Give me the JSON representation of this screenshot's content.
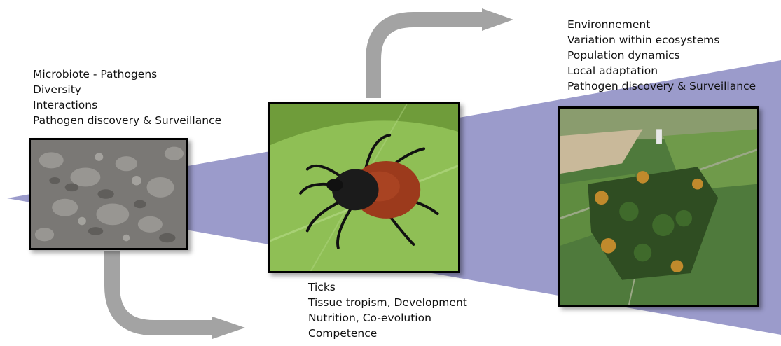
{
  "colors": {
    "wedge": "#9b9bcb",
    "arrow": "#a3a3a3",
    "frame": "#000000"
  },
  "panels": {
    "microbiote": {
      "lines": [
        "Microbiote - Pathogens",
        "Diversity",
        "Interactions",
        "Pathogen discovery & Surveillance"
      ],
      "image": "microscopy-photo"
    },
    "ticks": {
      "lines": [
        "Ticks",
        "Tissue tropism, Development",
        "Nutrition, Co-evolution",
        "Competence"
      ],
      "image": "tick-photo"
    },
    "environment": {
      "lines": [
        "Environnement",
        "Variation within ecosystems",
        "Population dynamics",
        "Local adaptation",
        "Pathogen discovery & Surveillance"
      ],
      "image": "aerial-landscape-photo"
    }
  }
}
